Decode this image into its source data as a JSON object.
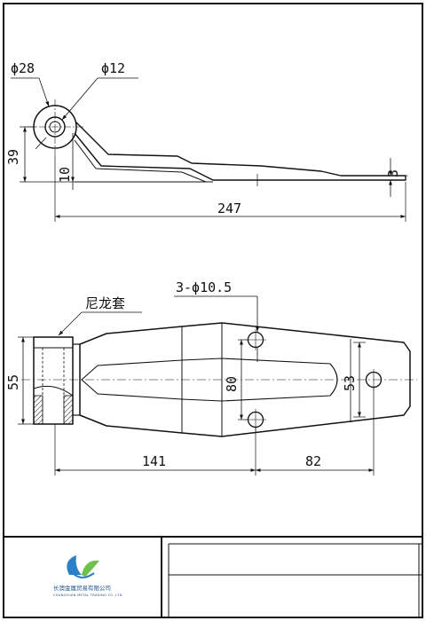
{
  "top_view": {
    "dim_hole_outer": "ϕ28",
    "dim_hole_inner": "ϕ12",
    "dim_height": "39",
    "dim_offset": "10",
    "dim_thickness": "3",
    "dim_length": "247"
  },
  "bottom_view": {
    "sleeve_label": "尼龙套",
    "holes_label": "3-ϕ10.5",
    "dim_width": "55",
    "dim_hole_spacing": "80",
    "dim_tail_width": "53",
    "dim_first_length": "141",
    "dim_second_length": "82"
  },
  "title_block": {
    "company_cn": "长澳金属贸易有限公司",
    "company_en": "CHANGYUAN METAL TRADING CO.,LTD",
    "logo_colors": [
      "#2a7fc9",
      "#6cc24a"
    ]
  }
}
